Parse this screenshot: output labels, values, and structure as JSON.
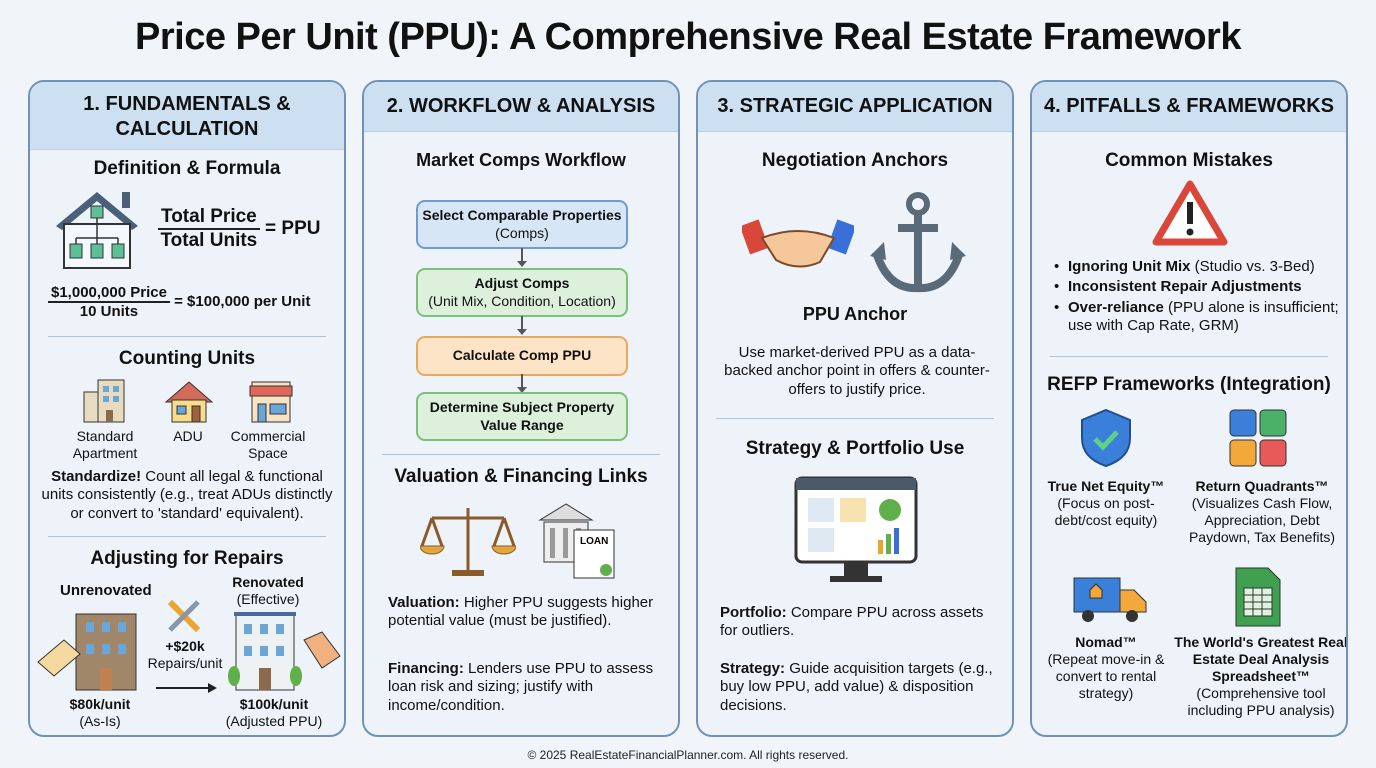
{
  "title": "Price Per Unit (PPU): A Comprehensive Real Estate Framework",
  "p1": {
    "header": "1. FUNDAMENTALS & CALCULATION",
    "def_title": "Definition & Formula",
    "num": "Total Price",
    "den": "Total Units",
    "eq": "= PPU",
    "ex_num": "$1,000,000 Price",
    "ex_den": "10 Units",
    "ex_eq": "= $100,000 per Unit",
    "count_title": "Counting Units",
    "unit_types": [
      "Standard Apartment",
      "ADU",
      "Commercial Space"
    ],
    "std_bold": "Standardize!",
    "std_text": " Count all legal & functional units consistently (e.g., treat ADUs distinctly or convert to 'standard' equivalent).",
    "rep_title": "Adjusting for Repairs",
    "unren": "Unrenovated",
    "ren": "Renovated",
    "ren_sub": "(Effective)",
    "repairs_amt": "+$20k",
    "repairs_lbl": "Repairs/unit",
    "before_val": "$80k/unit",
    "before_sub": "(As-Is)",
    "after_val": "$100k/unit",
    "after_sub": "(Adjusted PPU)"
  },
  "p2": {
    "header": "2. WORKFLOW & ANALYSIS",
    "wf_title": "Market Comps Workflow",
    "s1a": "Select Comparable Properties",
    "s1b": " (Comps)",
    "s2a": "Adjust Comps",
    "s2b": "(Unit Mix, Condition, Location)",
    "s3": "Calculate Comp PPU",
    "s4": "Determine Subject Property Value Range",
    "vf_title": "Valuation & Financing Links",
    "loan": "LOAN",
    "val_b": "Valuation:",
    "val_t": " Higher PPU suggests higher potential value (must be justified).",
    "fin_b": "Financing:",
    "fin_t": " Lenders use PPU to assess loan risk and sizing; justify with income/condition."
  },
  "p3": {
    "header": "3. STRATEGIC APPLICATION",
    "neg_title": "Negotiation Anchors",
    "anchor_lbl": "PPU Anchor",
    "anchor_text": "Use market-derived PPU as a data-backed anchor point in offers & counter-offers to justify price.",
    "sp_title": "Strategy & Portfolio Use",
    "port_b": "Portfolio:",
    "port_t": " Compare PPU across assets for outliers.",
    "strat_b": "Strategy:",
    "strat_t": " Guide acquisition targets (e.g., buy low PPU, add value) & disposition decisions."
  },
  "p4": {
    "header": "4. PITFALLS & FRAMEWORKS",
    "mist_title": "Common Mistakes",
    "m1b": "Ignoring Unit Mix",
    "m1t": " (Studio vs. 3-Bed)",
    "m2b": "Inconsistent Repair Adjustments",
    "m3b": "Over-reliance",
    "m3t": " (PPU alone is insufficient; use with Cap Rate, GRM)",
    "fw_title": "REFP Frameworks (Integration)",
    "f1": "True Net Equity™",
    "f1d": "(Focus on post-debt/cost equity)",
    "f2": "Return Quadrants™",
    "f2d": "(Visualizes Cash Flow, Appreciation, Debt Paydown, Tax Benefits)",
    "f3": "Nomad™",
    "f3d": "(Repeat move-in & convert to rental strategy)",
    "f4": "The World's Greatest Real Estate Deal Analysis Spreadsheet™",
    "f4d": "(Comprehensive tool including PPU analysis)"
  },
  "footer": "© 2025 RealEstateFinancialPlanner.com. All rights reserved."
}
